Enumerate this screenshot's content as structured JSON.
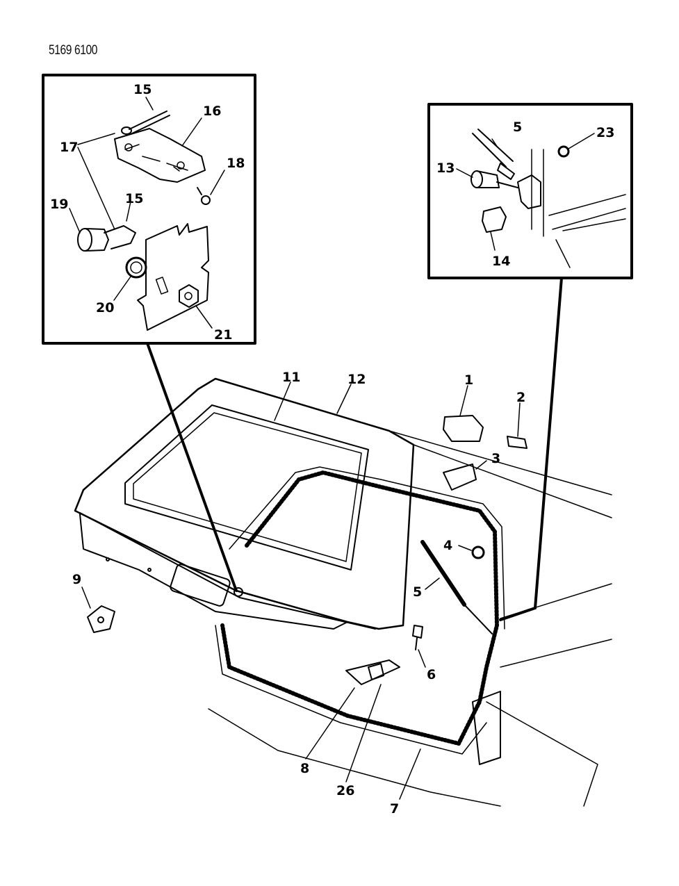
{
  "document_number": "5169 6100",
  "callouts": [
    {
      "id": "c1",
      "label": "1"
    },
    {
      "id": "c2",
      "label": "2"
    },
    {
      "id": "c3",
      "label": "3"
    },
    {
      "id": "c4",
      "label": "4"
    },
    {
      "id": "c5a",
      "label": "5"
    },
    {
      "id": "c5b",
      "label": "5"
    },
    {
      "id": "c6",
      "label": "6"
    },
    {
      "id": "c7",
      "label": "7"
    },
    {
      "id": "c8",
      "label": "8"
    },
    {
      "id": "c9",
      "label": "9"
    },
    {
      "id": "c11",
      "label": "11"
    },
    {
      "id": "c12",
      "label": "12"
    },
    {
      "id": "c13",
      "label": "13"
    },
    {
      "id": "c14",
      "label": "14"
    },
    {
      "id": "c15a",
      "label": "15"
    },
    {
      "id": "c15b",
      "label": "15"
    },
    {
      "id": "c16",
      "label": "16"
    },
    {
      "id": "c17",
      "label": "17"
    },
    {
      "id": "c18",
      "label": "18"
    },
    {
      "id": "c19",
      "label": "19"
    },
    {
      "id": "c20",
      "label": "20"
    },
    {
      "id": "c21",
      "label": "21"
    },
    {
      "id": "c23",
      "label": "23"
    },
    {
      "id": "c26",
      "label": "26"
    }
  ]
}
